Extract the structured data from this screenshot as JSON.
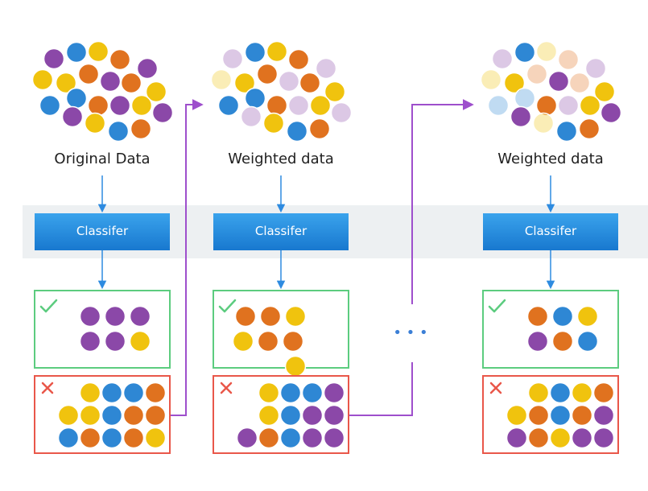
{
  "colors": {
    "purple": "#8b48a8",
    "blue": "#2e87d4",
    "yellow": "#f0c30e",
    "orange": "#e0721f",
    "correct_border": "#5ccc7f",
    "wrong_border": "#e9574a",
    "arrow_blue": "#2e8be0",
    "arrow_purple": "#9e4fcc",
    "band": "#edf0f2",
    "classifier_top": "#3aa3ec",
    "classifier_bottom": "#1878cf"
  },
  "columns": [
    {
      "data_label": "Original Data",
      "classifier_label": "Classifer",
      "correct_icon": "check-icon",
      "wrong_icon": "cross-icon",
      "cloud": [
        "purple",
        "blue",
        "yellow",
        "orange",
        "purple",
        "yellow",
        "yellow",
        "orange",
        "purple",
        "orange",
        "yellow",
        "blue",
        "blue",
        "orange",
        "purple",
        "yellow",
        "purple",
        "purple",
        "yellow",
        "blue",
        "orange",
        "blue",
        "orange"
      ],
      "cloud_faded": [
        false,
        false,
        false,
        false,
        false,
        false,
        false,
        false,
        false,
        false,
        false,
        false,
        false,
        false,
        false,
        false,
        false,
        false,
        false,
        false,
        false,
        false,
        false
      ],
      "correct": [
        "purple",
        "purple",
        "purple",
        "purple",
        "purple",
        "yellow"
      ],
      "wrong": [
        "yellow",
        "blue",
        "blue",
        "orange",
        "yellow",
        "yellow",
        "blue",
        "orange",
        "orange",
        "blue",
        "orange",
        "blue",
        "orange",
        "yellow"
      ]
    },
    {
      "data_label": "Weighted data",
      "classifier_label": "Classifer",
      "correct_icon": "check-icon",
      "wrong_icon": "cross-icon",
      "cloud": [
        "purple",
        "blue",
        "yellow",
        "orange",
        "purple",
        "yellow",
        "yellow",
        "orange",
        "purple",
        "orange",
        "yellow",
        "blue",
        "blue",
        "orange",
        "purple",
        "yellow",
        "purple",
        "purple",
        "yellow",
        "blue",
        "orange",
        "blue",
        "orange"
      ],
      "cloud_faded": [
        true,
        false,
        false,
        false,
        true,
        true,
        false,
        false,
        true,
        false,
        false,
        false,
        false,
        false,
        true,
        false,
        true,
        true,
        false,
        false,
        false,
        false,
        false
      ],
      "correct": [
        "orange",
        "orange",
        "yellow",
        "yellow",
        "orange",
        "orange",
        "yellow"
      ],
      "wrong": [
        "yellow",
        "blue",
        "blue",
        "purple",
        "yellow",
        "blue",
        "purple",
        "purple",
        "purple",
        "orange",
        "blue",
        "purple",
        "purple"
      ]
    },
    {
      "data_label": "Weighted data",
      "classifier_label": "Classifer",
      "correct_icon": "check-icon",
      "wrong_icon": "cross-icon",
      "cloud": [
        "purple",
        "blue",
        "yellow",
        "orange",
        "purple",
        "yellow",
        "yellow",
        "orange",
        "purple",
        "orange",
        "yellow",
        "blue",
        "blue",
        "orange",
        "purple",
        "yellow",
        "purple",
        "purple",
        "yellow",
        "blue",
        "orange",
        "blue",
        "orange"
      ],
      "cloud_faded": [
        true,
        false,
        true,
        true,
        true,
        true,
        false,
        true,
        false,
        true,
        false,
        true,
        true,
        false,
        true,
        false,
        false,
        false,
        true,
        false,
        false,
        false,
        false
      ],
      "correct": [
        "orange",
        "blue",
        "yellow",
        "purple",
        "orange",
        "blue"
      ],
      "wrong": [
        "yellow",
        "blue",
        "yellow",
        "orange",
        "yellow",
        "orange",
        "blue",
        "orange",
        "purple",
        "purple",
        "orange",
        "yellow",
        "purple",
        "purple"
      ]
    }
  ],
  "ellipsis": "• • •"
}
